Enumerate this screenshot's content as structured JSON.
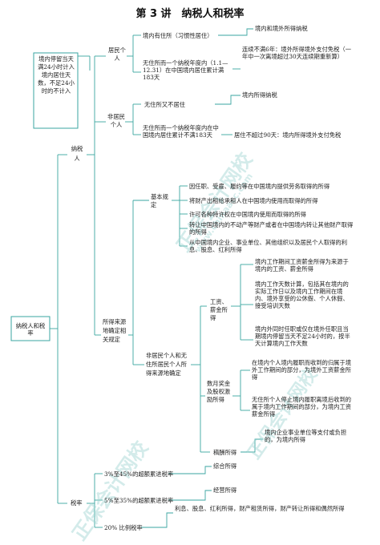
{
  "title": "第 3 讲　纳税人和税率",
  "root": "纳税人和税率",
  "left_note": "境内停留当天满24小时计入境内居住天数，不足24小时的不计入",
  "taxpayer": "纳税人",
  "resident": {
    "label": "居民个人",
    "a": "境内有住所（习惯性居住）",
    "b": "无住所而一个纳税年度内（1.1—12.31）在中国境内居住累计满183天",
    "a_r": "境内和境外所得纳税",
    "b_r": "连续不满6年：境外所得境外支付免税（一年中一次离境超过30天连续期重新算）"
  },
  "nonresident": {
    "label": "非居民个人",
    "a": "无住所又不居住",
    "b": "无住所而一个纳税年度内在中国境内居住累计不满183天",
    "a_r": "境内所得纳税",
    "b_r": "居住不超过90天：境内所得境外支付免税"
  },
  "source": {
    "label": "所得来源地确定相关规定",
    "basic": "基本规定",
    "items": [
      "因任职、受雇、履约等在中国境内提供劳务取得的所得",
      "将财产出租给承租人在中国境内使用而取得的所得",
      "许可各种特许权在中国境内使用而取得的所得",
      "转让中国境内的不动产等财产或者在中国境内转让其他财产取得的所得",
      "从中国境内企业、事业单位、其他组织以及居民个人取得的利息、股息、红利所得"
    ],
    "nr": "非居民个人和无住所居民个人所得来源地确定",
    "wage": "工资、薪金所得",
    "wage_items": [
      "境内工作期间工资薪金所得为来源于境内的工资、薪金所得",
      "境内工作天数计算，包括其在境内的实际工作日以及境内工作期间在境内、境外享受的公休假、个人休假、接受培训天数",
      "境内外同时任职或仅在境外任职且当期境内停留当天不足24小时的，按半天计算境内工作天数"
    ],
    "bonus": "数月奖金及股权激励所得",
    "bonus_items": [
      "在境内个人境内履职而收到的归属于境外工作期间的部分，为境外工资薪金所得",
      "无住所个人停止境内履职离境后收到的属于境内工作期间的部分，为境内工资薪金所得"
    ],
    "remuneration": "稿酬所得",
    "remuneration_r": "境内企业事业单位等支付或负担的，为境内所得"
  },
  "rates": {
    "label": "税率",
    "items": [
      {
        "rate": "3%至45%的超额累进税率",
        "applies": "综合所得"
      },
      {
        "rate": "5%至35%的超额累进税率",
        "applies": "经营所得"
      },
      {
        "rate": "20% 比例税率",
        "applies": "利息、股息、红利所得，财产租赁所得，财产转让所得和偶然所得"
      }
    ]
  },
  "watermark": "正保会计网校",
  "watermark_url": "www.chinaacc.com",
  "colors": {
    "line": "#3aa6a0",
    "text": "#222222",
    "watermark": "#9fd5d2"
  }
}
